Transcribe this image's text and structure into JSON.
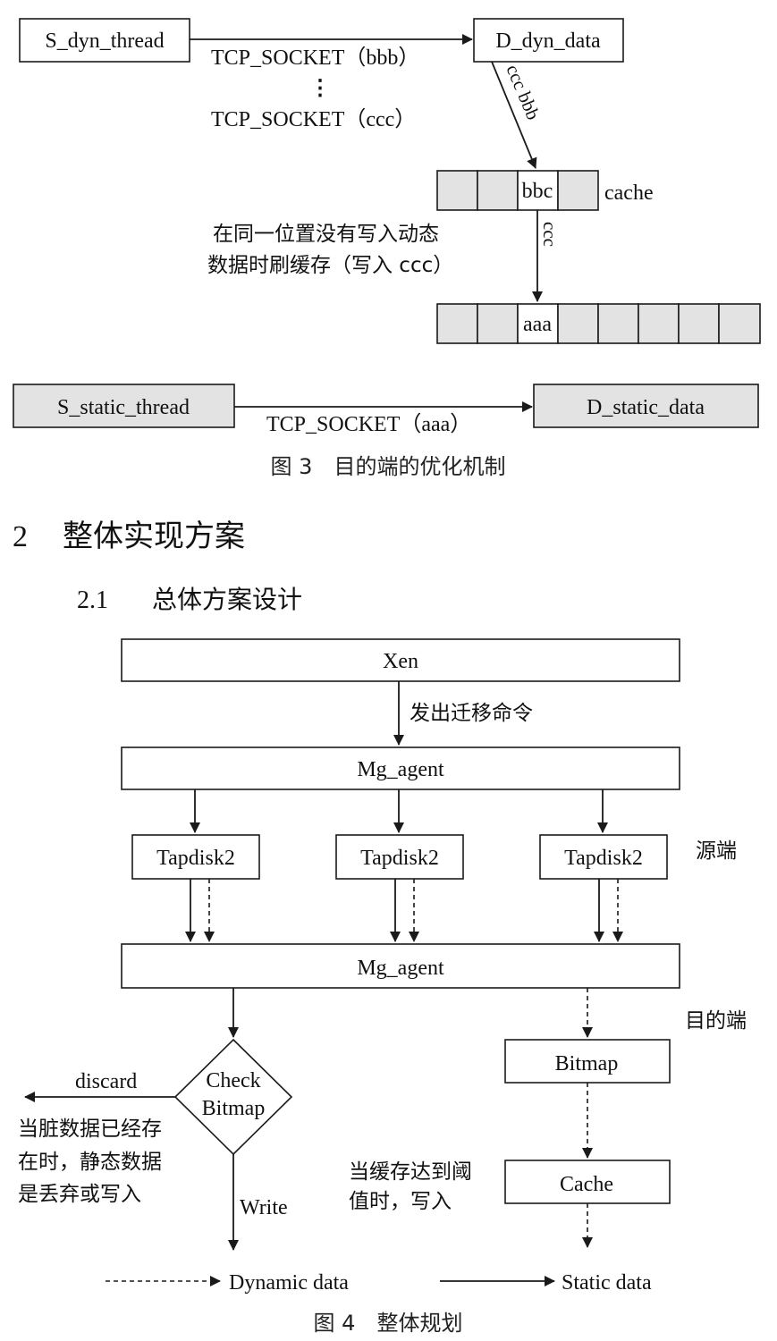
{
  "figure3": {
    "s_dyn_thread": "S_dyn_thread",
    "d_dyn_data": "D_dyn_data",
    "tcp_bbb": "TCP_SOCKET（bbb）",
    "ellipsis": "⋮",
    "tcp_ccc": "TCP_SOCKET（ccc）",
    "diag_label": "ccc bbb",
    "cache_cell": "bbc",
    "cache_label": "cache",
    "vert_label": "ccc",
    "note_line1": "在同一位置没有写入动态",
    "note_line2": "数据时刷缓存（写入 ccc）",
    "disk_cell": "aaa",
    "s_static_thread": "S_static_thread",
    "d_static_data": "D_static_data",
    "tcp_aaa": "TCP_SOCKET（aaa）",
    "caption": "图 3　目的端的优化机制"
  },
  "section2": {
    "number": "2",
    "title": "整体实现方案"
  },
  "section21": {
    "number": "2.1",
    "title": "总体方案设计"
  },
  "figure4": {
    "xen": "Xen",
    "migrate_cmd": "发出迁移命令",
    "mg_agent_src": "Mg_agent",
    "tapdisk_1": "Tapdisk2",
    "tapdisk_2": "Tapdisk2",
    "tapdisk_3": "Tapdisk2",
    "source_label": "源端",
    "mg_agent_dst": "Mg_agent",
    "dest_label": "目的端",
    "check_line1": "Check",
    "check_line2": "Bitmap",
    "discard": "discard",
    "dirty_line1": "当脏数据已经存",
    "dirty_line2": "在时，静态数据",
    "dirty_line3": "是丢弃或写入",
    "write": "Write",
    "bitmap": "Bitmap",
    "cache": "Cache",
    "cache_note_line1": "当缓存达到阈",
    "cache_note_line2": "值时，写入",
    "legend_dynamic": "Dynamic data",
    "legend_static": "Static data",
    "caption": "图 4　整体规划"
  }
}
